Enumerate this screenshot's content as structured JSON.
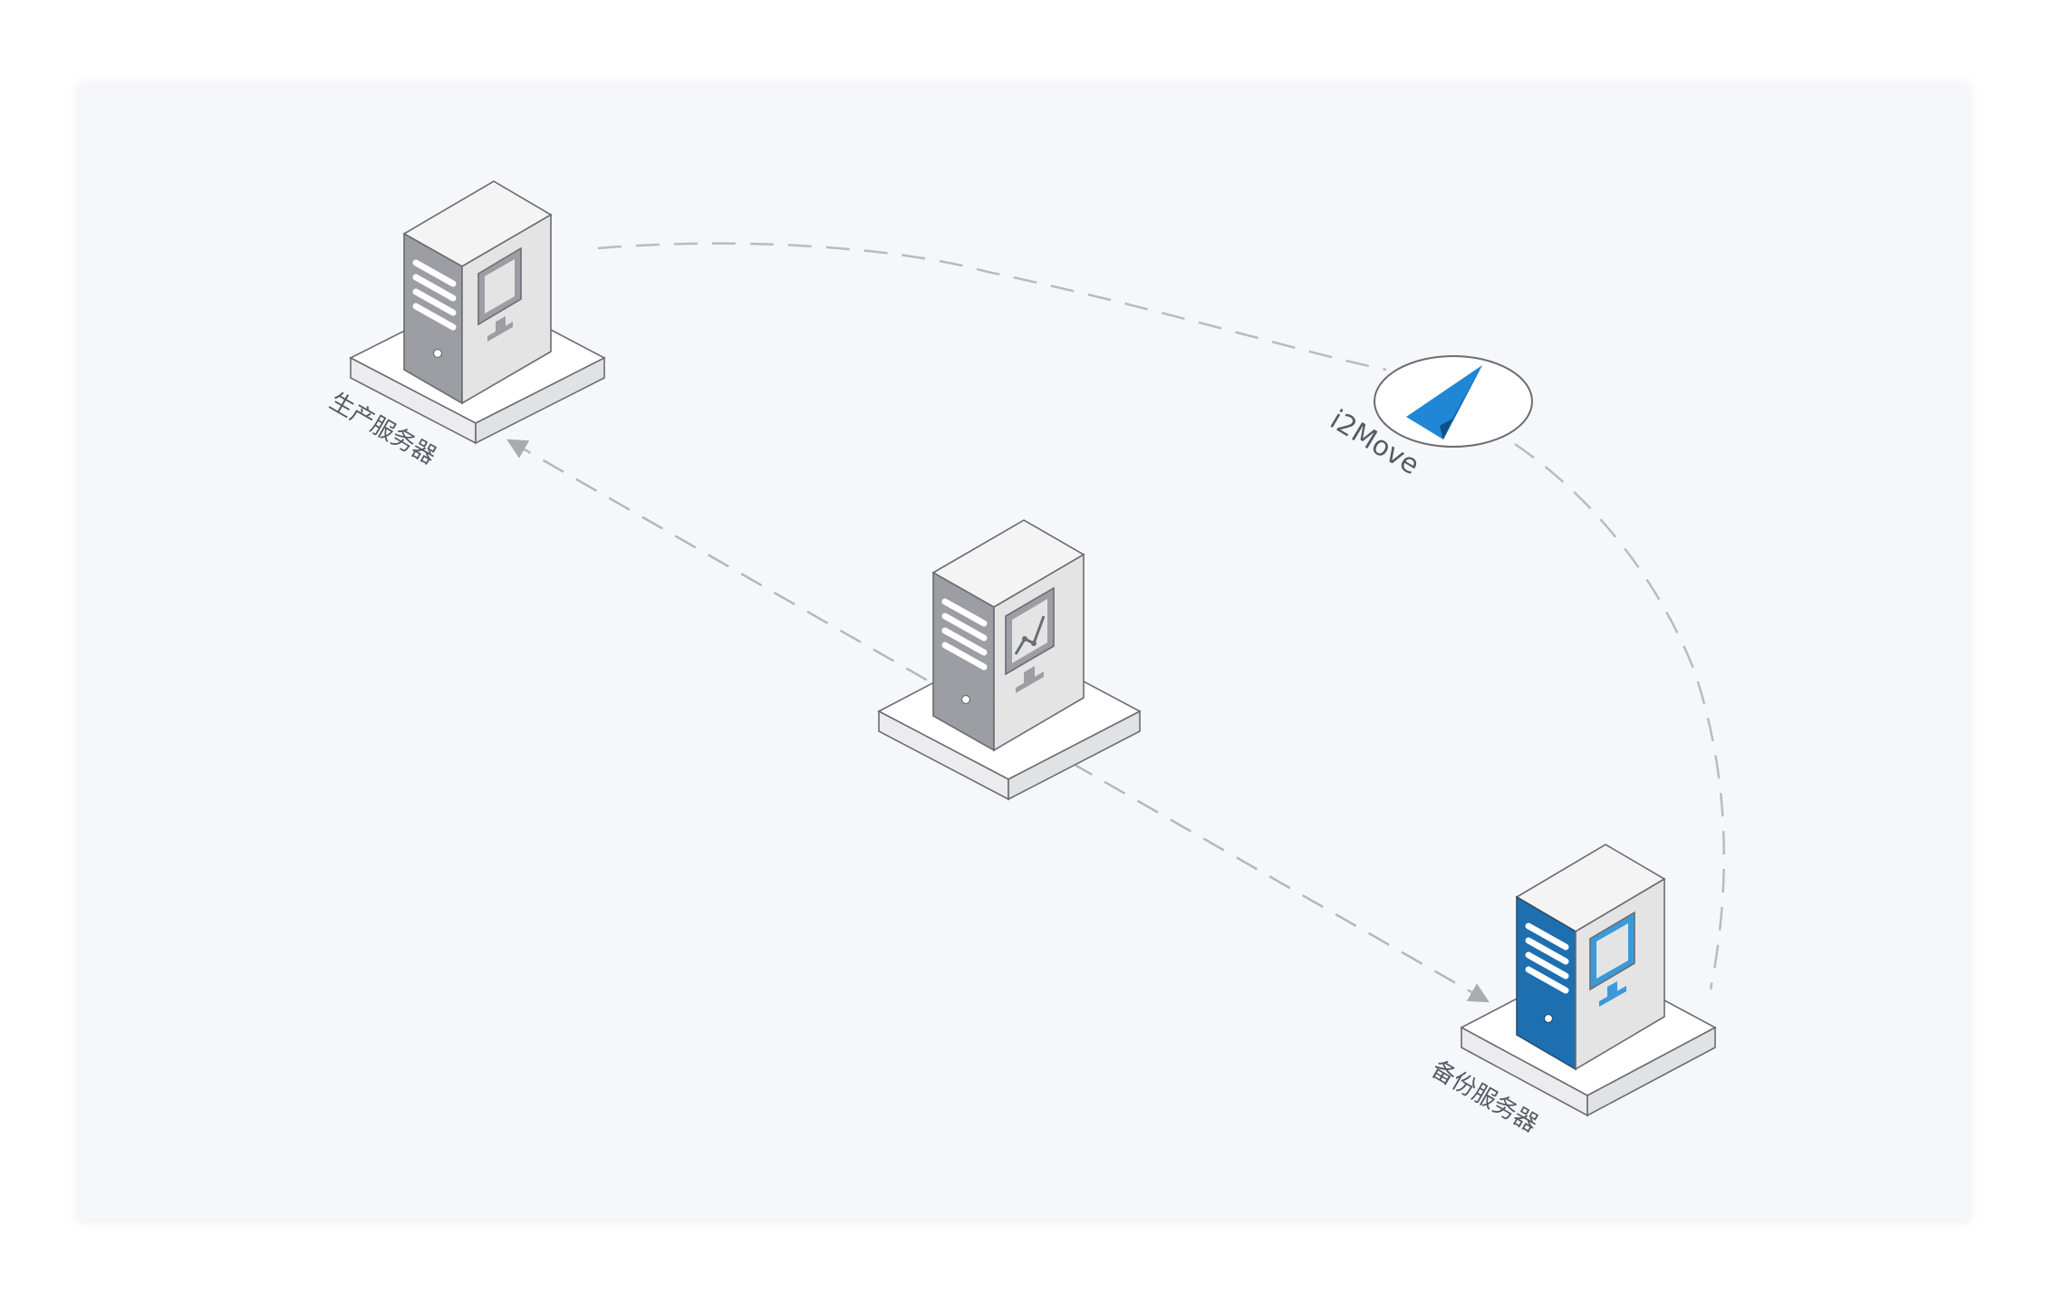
{
  "nodes": {
    "production": {
      "label": "生产服务器"
    },
    "backup": {
      "label": "备份服务器"
    },
    "center": {
      "label": ""
    },
    "i2move": {
      "label": "i2Move"
    }
  },
  "icons": {
    "production_monitor": "monitor-icon",
    "center_monitor": "chart-monitor-icon",
    "backup_monitor": "monitor-icon",
    "i2move_logo": "paper-plane-icon"
  },
  "colors": {
    "canvas": "#f6f7fa",
    "card_shadow": "#e6e8ec",
    "plinth_top": "#ffffff",
    "plinth_side": "#e9eaec",
    "tower_gray_front": "#9d9ea3",
    "tower_gray_side": "#e4e4e5",
    "tower_gray_top": "#f3f3f4",
    "tower_blue_front": "#1e6fb0",
    "tower_blue_side": "#e4e4e5",
    "icon_blue": "#3a9ad9",
    "logo_blue": "#1f87d6",
    "connector": "#b9bbc0",
    "stroke": "#6b6d72"
  }
}
